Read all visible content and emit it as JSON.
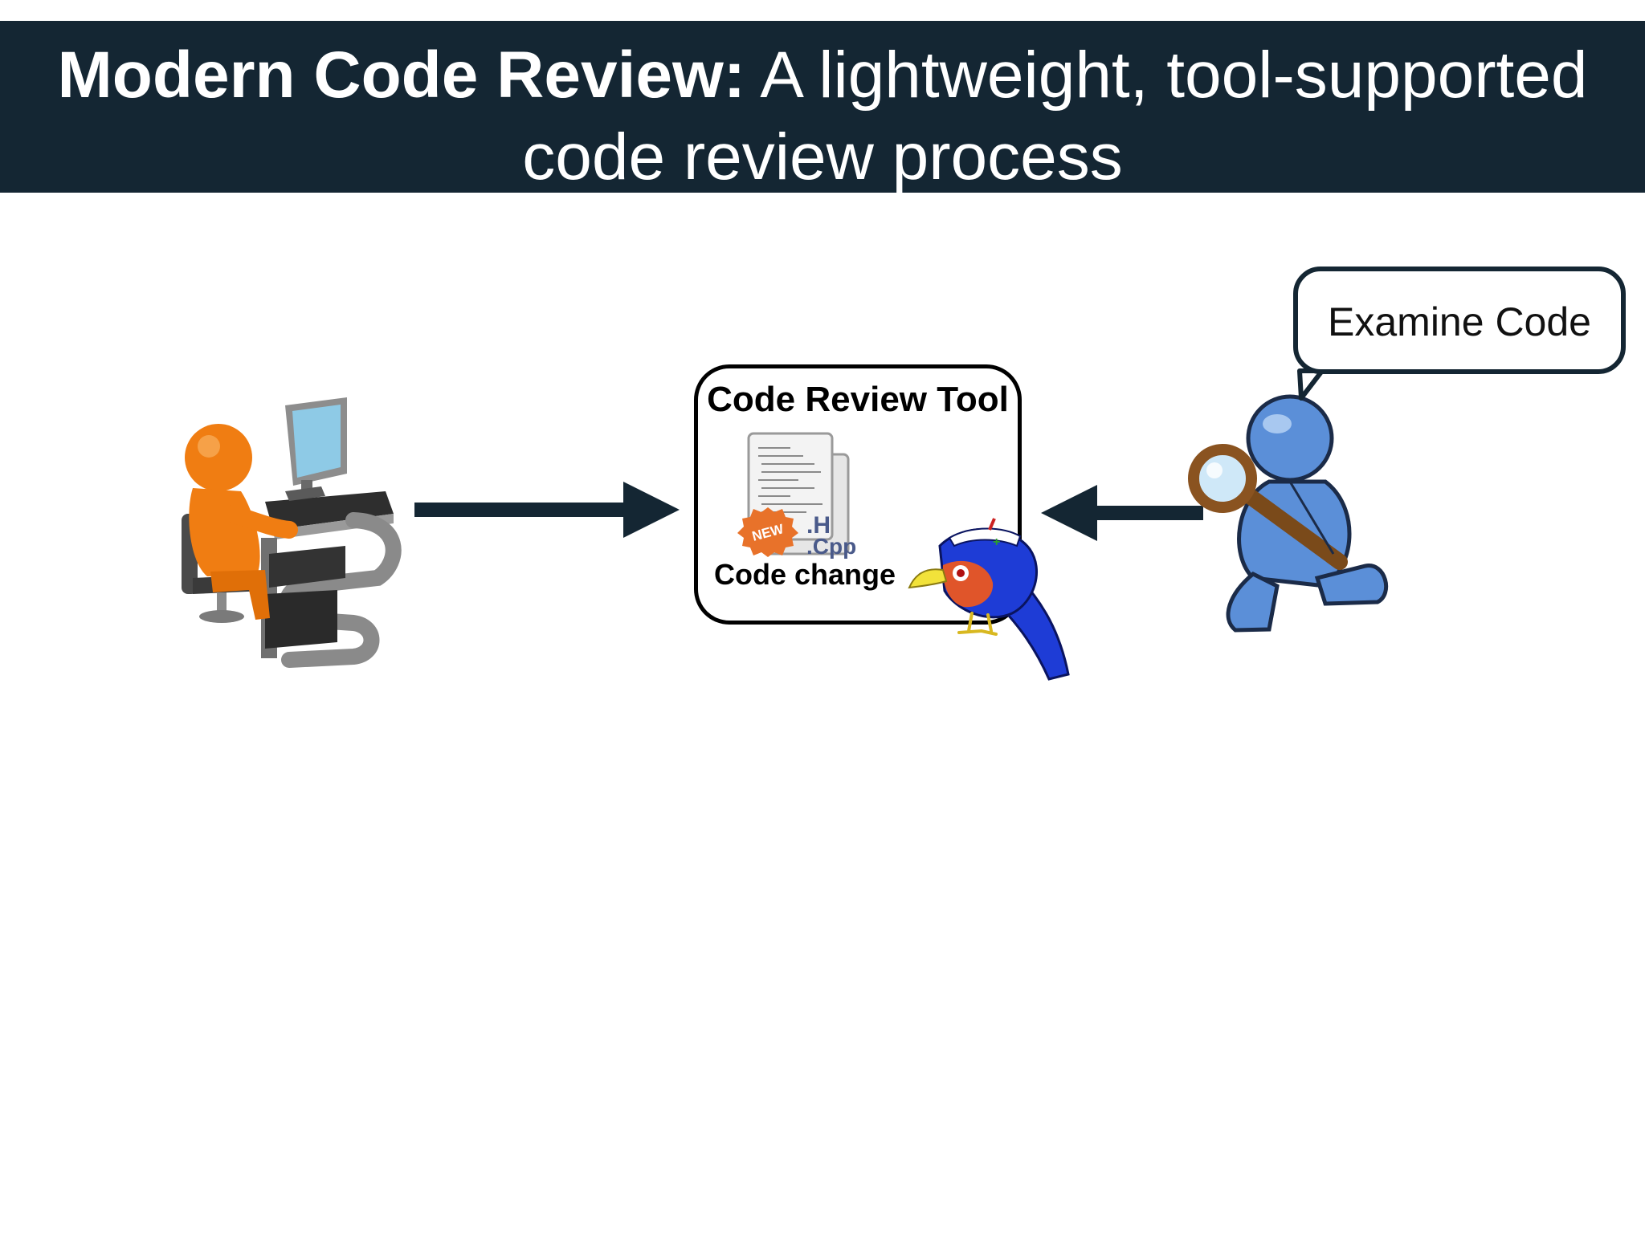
{
  "header": {
    "title_bold": "Modern Code Review:",
    "title_light": " A lightweight, tool-supported",
    "title_line2": "code review process"
  },
  "tool": {
    "title": "Code Review Tool",
    "change_label": "Code change",
    "file_ext_h": ".H",
    "file_ext_cpp": ".Cpp",
    "badge": "NEW"
  },
  "reviewer": {
    "speech": "Examine Code"
  },
  "colors": {
    "header_bg": "#142633",
    "arrow": "#142633",
    "author_figure": "#f07d12",
    "reviewer_figure": "#5b8fd8"
  },
  "icons": {
    "author": "person-at-computer-icon",
    "reviewer": "person-with-magnifier-icon",
    "tool_mascot": "gerrit-bird-icon",
    "files": "code-files-icon"
  }
}
